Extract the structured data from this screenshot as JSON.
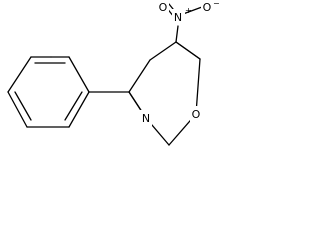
{
  "molecule": {
    "atoms": {
      "n_ring": {
        "symbol": "N"
      },
      "o_ring": {
        "symbol": "O"
      },
      "n_nitro": {
        "symbol": "N",
        "charge": "+"
      },
      "o_nitro_minus": {
        "symbol": "O",
        "charge": "−"
      },
      "o_nitro_double": {
        "symbol": "O"
      }
    },
    "colors": {
      "bond": "#000000",
      "label": "#000000",
      "background": "#ffffff"
    }
  }
}
